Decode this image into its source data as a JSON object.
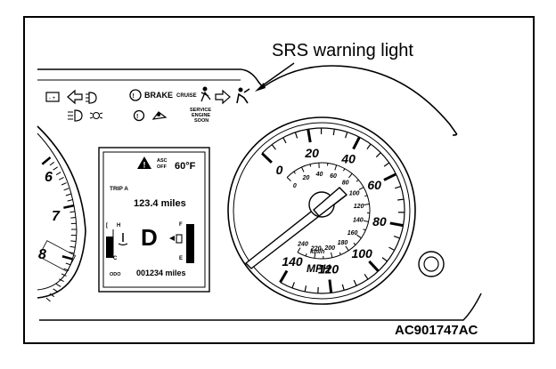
{
  "callout": {
    "label": "SRS warning light"
  },
  "figure": {
    "code": "AC901747AC"
  },
  "tachometer": {
    "marks": [
      "6",
      "7",
      "8"
    ]
  },
  "speedometer": {
    "mph_marks": [
      "0",
      "20",
      "40",
      "60",
      "80",
      "100",
      "120",
      "140"
    ],
    "kmh_marks": [
      "0",
      "20",
      "40",
      "60",
      "80",
      "100",
      "120",
      "140",
      "160",
      "180",
      "200",
      "220",
      "240"
    ],
    "kmh_unit": "km/h",
    "mph_unit": "MPH"
  },
  "indicators": {
    "brake": "BRAKE",
    "cruise": "CRUISE",
    "service_line1": "SERVICE",
    "service_line2": "ENGINE",
    "service_line3": "SOON"
  },
  "display": {
    "asc_line1": "ASC",
    "asc_line2": "OFF",
    "temp": "60°F",
    "trip_label": "TRIP A",
    "trip_value": "123.4 miles",
    "gear": "D",
    "temp_gauge_h": "H",
    "temp_gauge_c": "C",
    "fuel_f": "F",
    "fuel_e": "E",
    "odo_label": "ODO",
    "odo_value": "001234 miles"
  }
}
